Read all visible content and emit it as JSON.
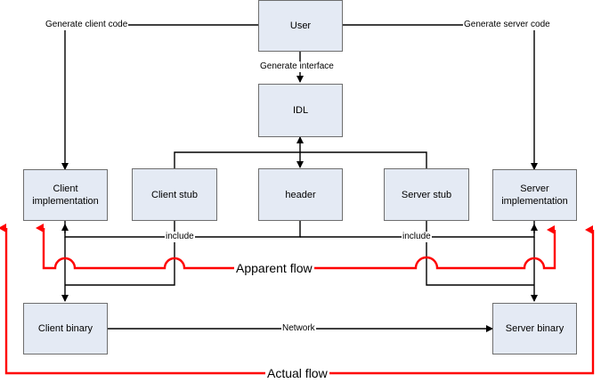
{
  "nodes": {
    "user": "User",
    "idl": "IDL",
    "client_impl": "Client implementation",
    "client_stub": "Client stub",
    "header": "header",
    "server_stub": "Server stub",
    "server_impl": "Server implementation",
    "client_binary": "Client binary",
    "server_binary": "Server binary"
  },
  "edges": {
    "generate_client_code": "Generate client code",
    "generate_server_code": "Generate server code",
    "generate_interface": "Generate interface",
    "include_left": "include",
    "include_right": "include",
    "network": "Network"
  },
  "flows": {
    "apparent": "Apparent flow",
    "actual": "Actual flow"
  },
  "colors": {
    "box_fill": "#e4eaf4",
    "box_border": "#6e6e6e",
    "line": "#000000",
    "flow": "#ff0000"
  }
}
